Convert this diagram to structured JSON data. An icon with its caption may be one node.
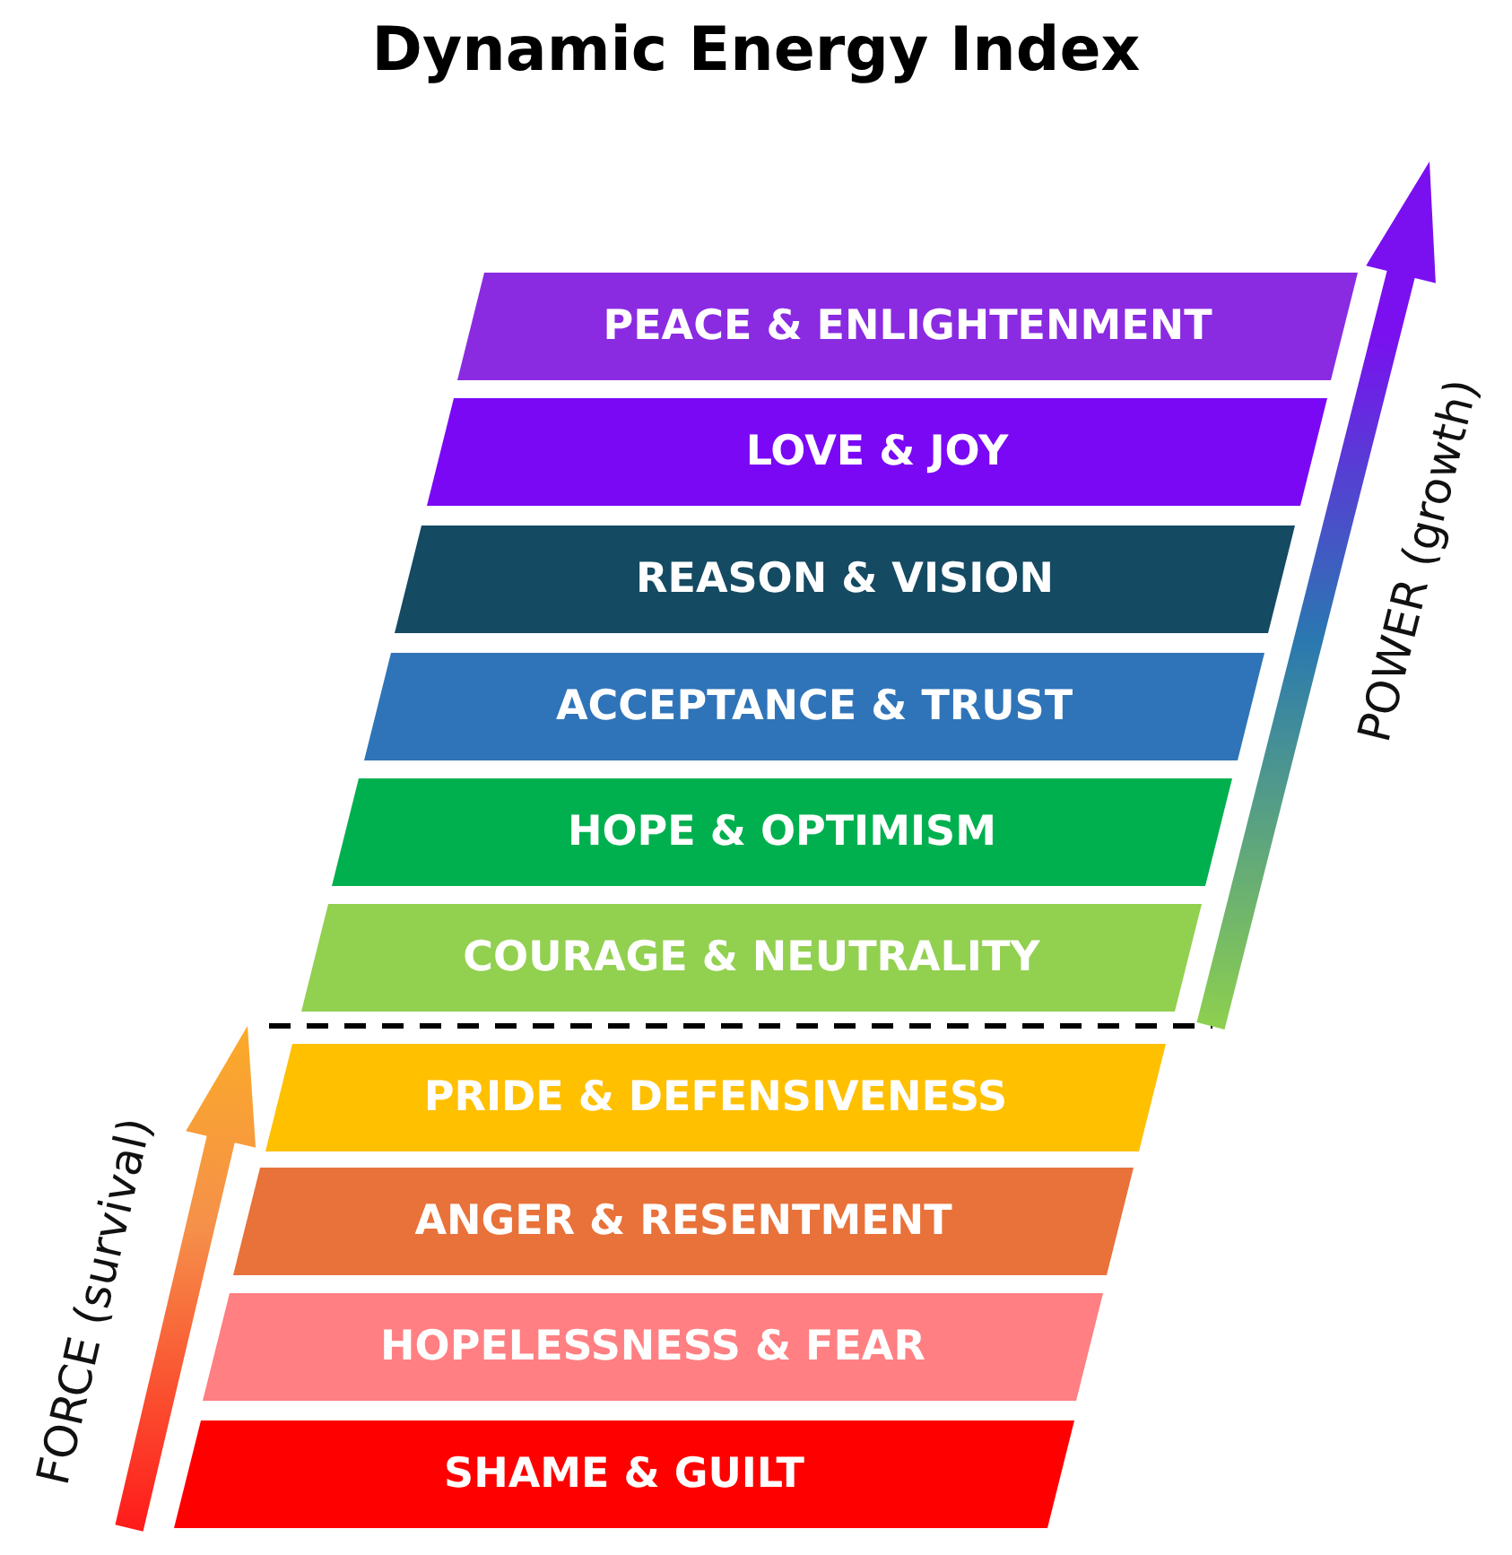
{
  "diagram": {
    "title": "Dynamic Energy Index",
    "nodes": [
      {
        "text": [
          "PEACE & ENLIGHTENMENT"
        ]
      },
      {
        "text": [
          "LOVE & JOY"
        ]
      },
      {
        "text": [
          "REASON & VISION"
        ]
      },
      {
        "text": [
          "ACCEPTANCE & TRUST"
        ]
      },
      {
        "text": [
          "HOPE & OPTIMISM"
        ]
      },
      {
        "text": [
          "COURAGE & NEUTRALITY"
        ]
      },
      {
        "text": [
          "PRIDE & DEFENSIVENESS"
        ]
      },
      {
        "text": [
          "ANGER & RESENTMENT"
        ]
      },
      {
        "text": [
          "HOPELESSNESS & FEAR"
        ]
      },
      {
        "text": [
          "SHAME & GUILT"
        ]
      }
    ],
    "labels": [
      "POWER (growth)",
      "FORCE (survival)"
    ]
  }
}
